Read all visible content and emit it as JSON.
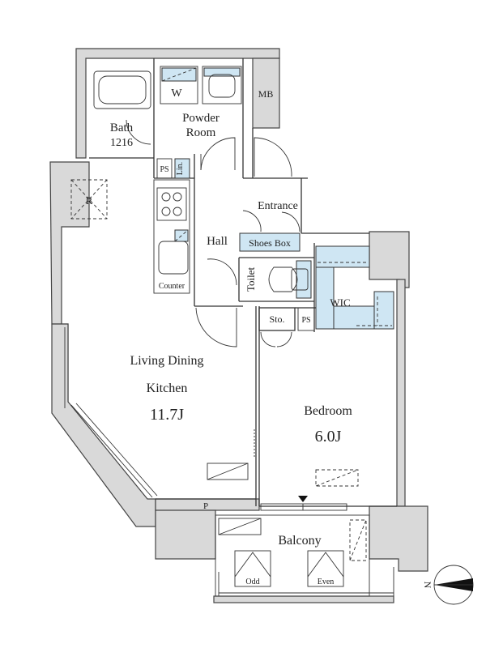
{
  "rooms": {
    "powder_room_line1": "Powder",
    "powder_room_line2": "Room",
    "washer": "W",
    "mb": "MB",
    "bath": "Bath",
    "bath_size": "1216",
    "ps_upper": "PS",
    "linen": "Lin.",
    "refrigerator": "R",
    "entrance": "Entrance",
    "hall": "Hall",
    "shoes_box": "Shoes Box",
    "toilet": "Toilet",
    "counter": "Counter",
    "wic": "WIC",
    "storage": "Sto.",
    "ps_lower": "PS",
    "ldk_line1": "Living Dining",
    "ldk_line2": "Kitchen",
    "ldk_size": "11.7J",
    "bedroom": "Bedroom",
    "bedroom_size": "6.0J",
    "pipe_p": "P",
    "balcony": "Balcony",
    "odd": "Odd",
    "even": "Even"
  },
  "compass": {
    "north": "N"
  },
  "colors": {
    "fixture_blue": "#cfe6f3",
    "wall_gray": "#d9d9d9"
  }
}
